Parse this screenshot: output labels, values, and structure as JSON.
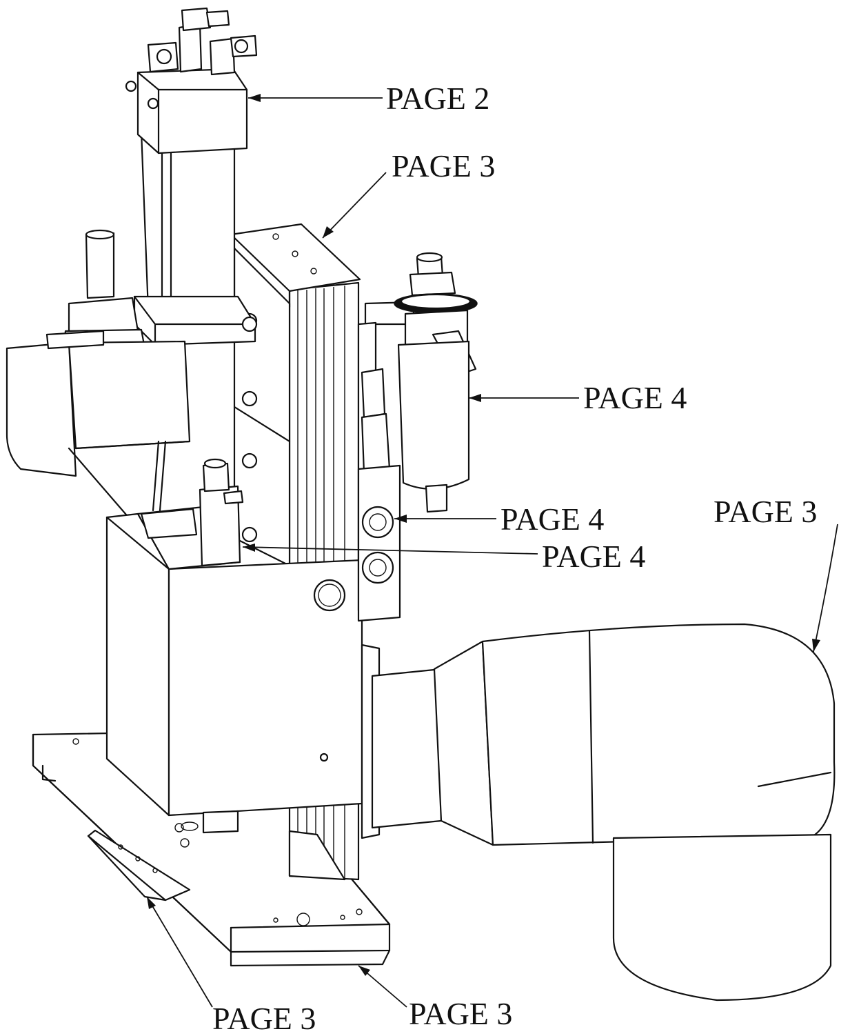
{
  "callouts": [
    {
      "id": "page2-top",
      "text": "PAGE 2"
    },
    {
      "id": "page3-rail",
      "text": "PAGE 3"
    },
    {
      "id": "page4-filter",
      "text": "PAGE 4"
    },
    {
      "id": "page4-fitting-upper",
      "text": "PAGE 4"
    },
    {
      "id": "page4-fitting-lower",
      "text": "PAGE 4"
    },
    {
      "id": "page3-nozzle",
      "text": "PAGE 3"
    },
    {
      "id": "page3-base-left",
      "text": "PAGE 3"
    },
    {
      "id": "page3-base-right",
      "text": "PAGE 3"
    }
  ]
}
